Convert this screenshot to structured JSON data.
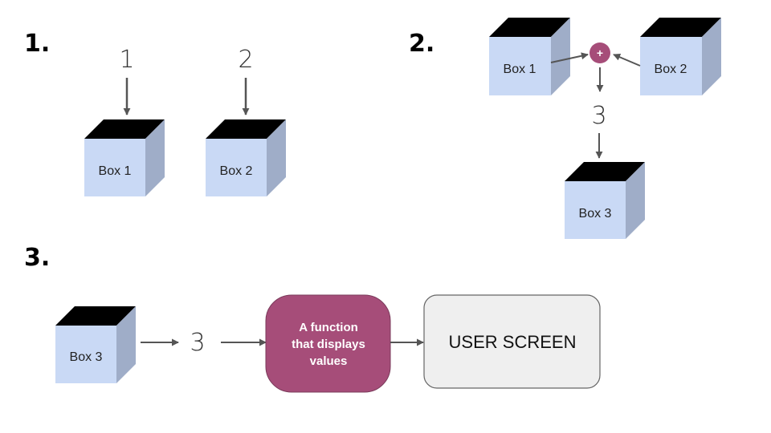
{
  "steps": [
    "1.",
    "2.",
    "3."
  ],
  "boxes": {
    "box1": "Box 1",
    "box2": "Box 2",
    "box3": "Box 3"
  },
  "values": {
    "one": "1",
    "two": "2",
    "three": "3"
  },
  "operator": "+",
  "function_label": [
    "A function",
    "that displays",
    "values"
  ],
  "screen_label": "USER SCREEN",
  "colors": {
    "cube_front": "#c9d9f5",
    "cube_side": "#9fadc8",
    "cube_top": "#000000",
    "arrow": "#555555",
    "function_fill": "#a64d79",
    "screen_fill": "#efefef"
  }
}
